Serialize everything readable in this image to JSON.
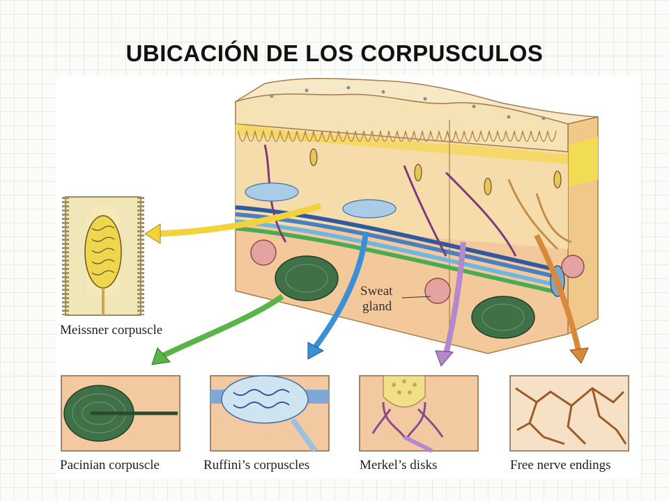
{
  "title": "UBICACIÓN DE LOS CORPUSCULOS",
  "labels": {
    "meissner": "Meissner corpuscle",
    "sweat_line1": "Sweat",
    "sweat_line2": "gland",
    "pacinian": "Pacinian corpuscle",
    "ruffini": "Ruffini’s corpuscles",
    "merkel": "Merkel’s disks",
    "free": "Free nerve endings"
  },
  "colors": {
    "meissner_arrow": "#f2d33b",
    "pacinian_arrow": "#59b548",
    "ruffini_arrow": "#3b8fd6",
    "merkel_arrow": "#b488cc",
    "free_arrow": "#d9893a"
  }
}
